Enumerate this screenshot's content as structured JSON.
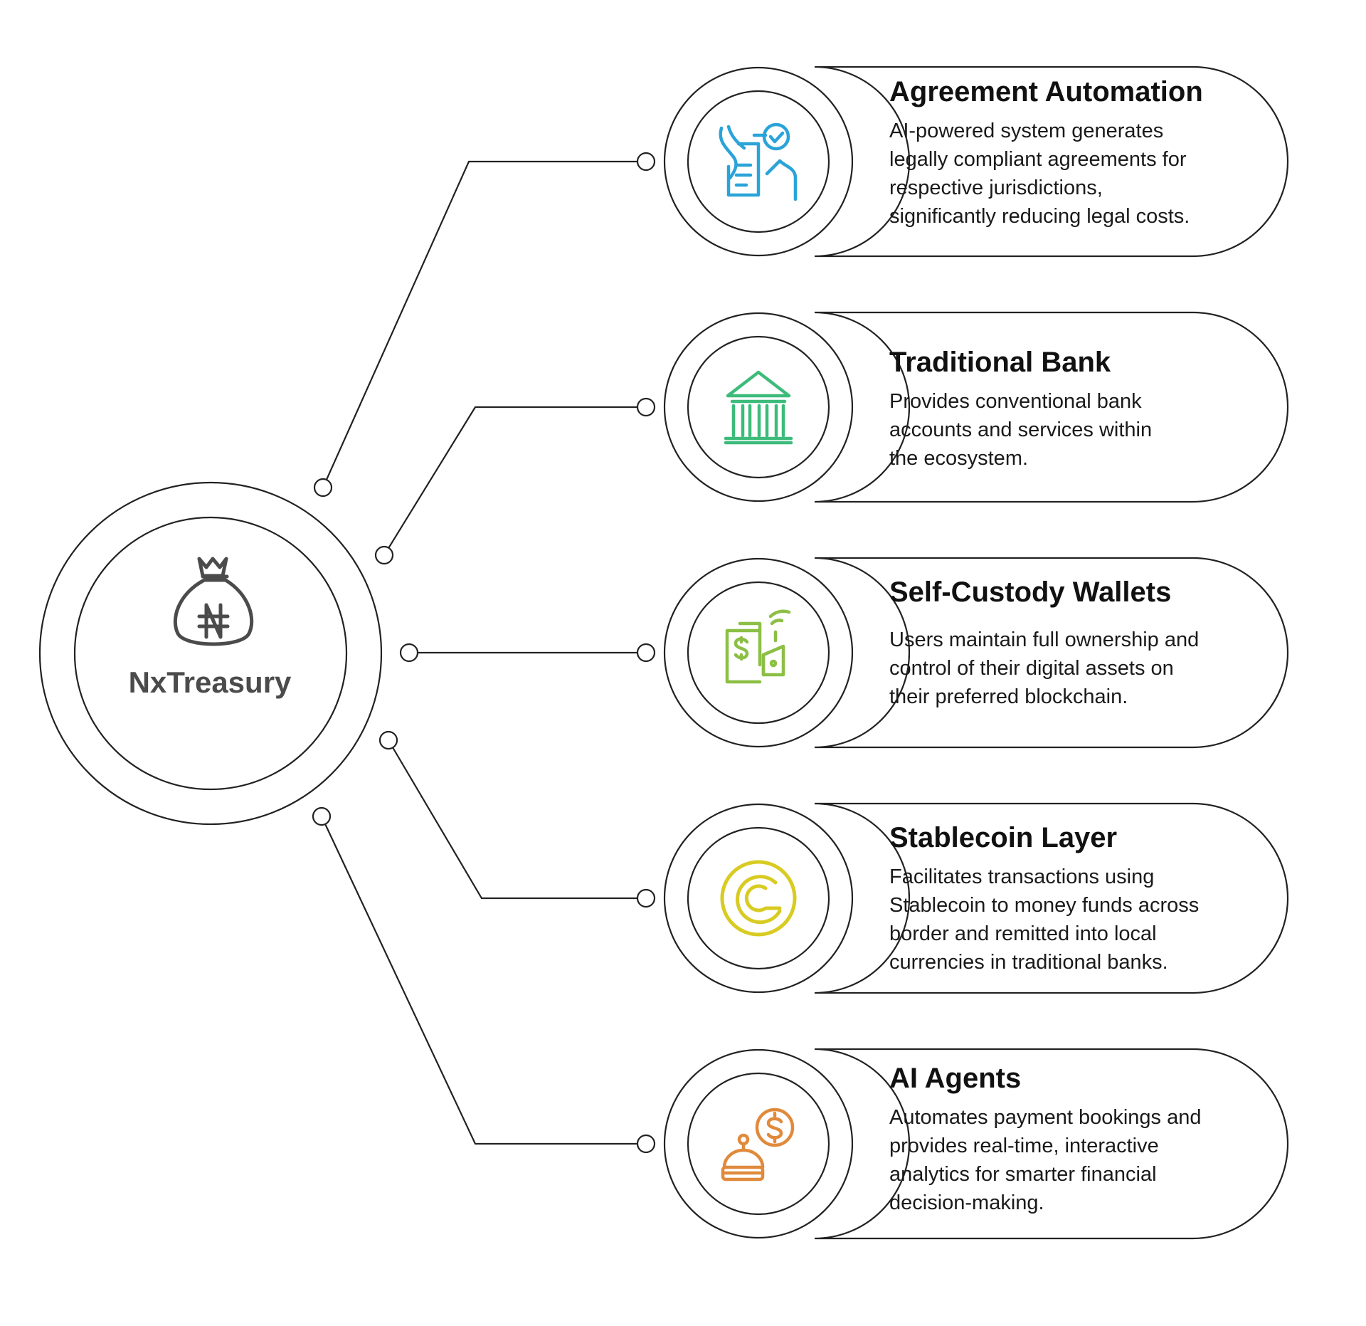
{
  "hub": {
    "title": "NxTreasury",
    "icon": "naira-money-bag-icon",
    "color": "#4b4b4b"
  },
  "items": [
    {
      "title": "Agreement Automation",
      "lines": [
        "AI-powered system generates",
        "legally compliant agreements for",
        "respective jurisdictions,",
        "significantly reducing legal costs."
      ],
      "icon": "contract-signing-icon",
      "color": "#2aa4d8"
    },
    {
      "title": "Traditional Bank",
      "lines": [
        "Provides conventional bank",
        "accounts and  services within",
        "the ecosystem."
      ],
      "icon": "bank-building-icon",
      "color": "#3dbb7a"
    },
    {
      "title": "Self-Custody Wallets",
      "lines": [
        "Users maintain full ownership and",
        "control of their digital assets on",
        "their preferred blockchain."
      ],
      "icon": "digital-wallet-icon",
      "color": "#8cbf45"
    },
    {
      "title": "Stablecoin Layer",
      "lines": [
        "Facilitates transactions using",
        "Stablecoin to money funds across",
        "border and remitted into local",
        "currencies in traditional banks."
      ],
      "icon": "stablecoin-icon",
      "color": "#d8cb22"
    },
    {
      "title": "AI Agents",
      "lines": [
        "Automates payment bookings and",
        "provides real-time, interactive",
        "analytics for smarter financial",
        "decision-making."
      ],
      "icon": "robot-dollar-icon",
      "color": "#e08a3c"
    }
  ]
}
